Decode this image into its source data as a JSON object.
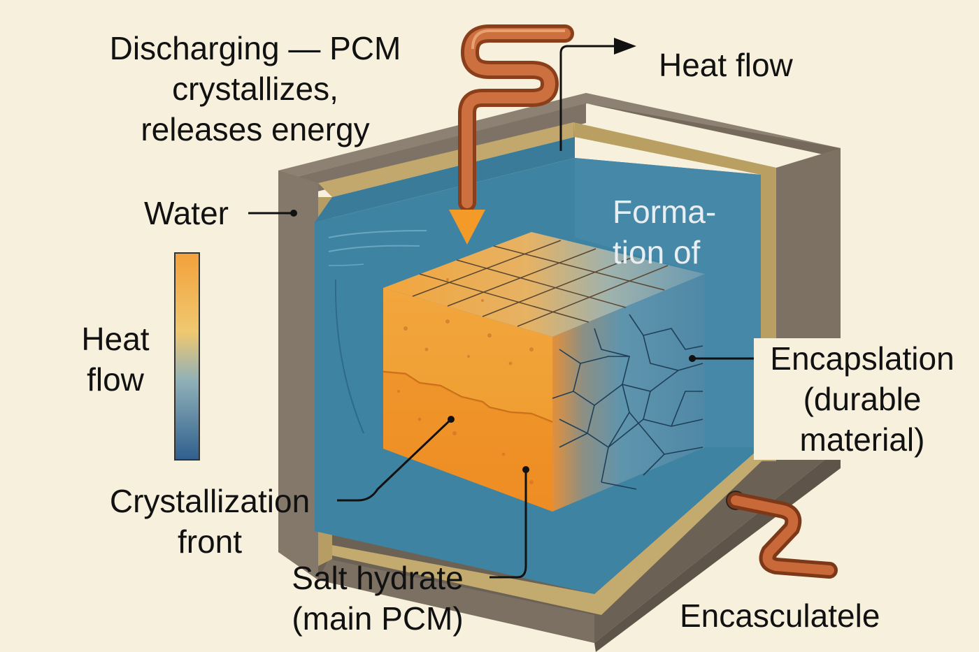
{
  "labels": {
    "discharging": "Discharging — PCM\ncrystallizes,\nreleases energy",
    "heat_flow_top": "Heat flow",
    "water": "Water",
    "heat_flow_bar": "Heat\nflow",
    "formation": "Forma-\ntion of",
    "encapsulation": "Encapslation\n(durable\nmaterial)",
    "crystallization_front": "Crystallization\nfront",
    "salt_hydrate": "Salt hydrate\n(main PCM)",
    "encasculatele": "Encasculatele"
  },
  "colors": {
    "background": "#f7f0dc",
    "outer_wall": "#7d7265",
    "inner_wall": "#b59d63",
    "water": "#3f83a3",
    "pcm_orange": "#f0a030",
    "crystal_blue": "#5c93ad",
    "copper": "#c0632e",
    "arrow_orange": "#f39a28"
  },
  "heat_flow_gradient": [
    "#f2a13a",
    "#f0cf7a",
    "#7fa6b5",
    "#2f5f8e"
  ]
}
